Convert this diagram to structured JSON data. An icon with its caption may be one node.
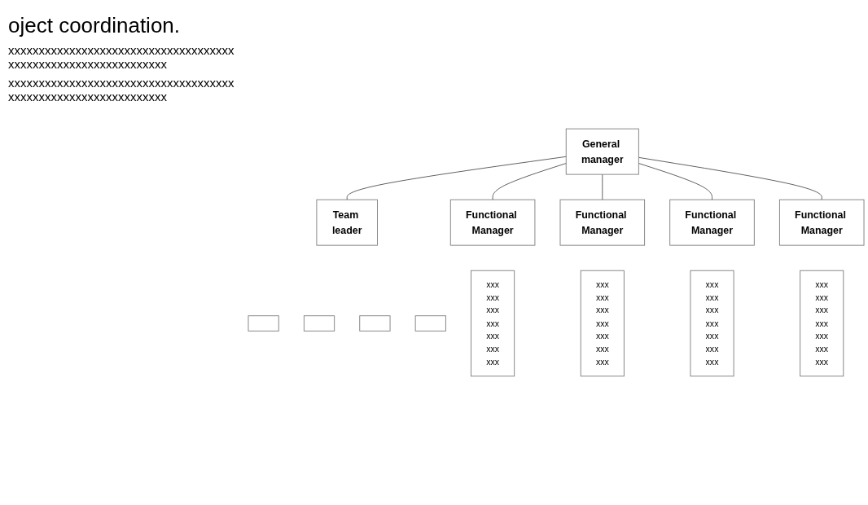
{
  "diagram": {
    "nodes": [
      {
        "text": [
          "General manager"
        ]
      },
      {
        "text": [
          "Functional Manager"
        ]
      },
      {
        "text": [
          "Functional Manager"
        ]
      },
      {
        "text": [
          "Functional Manager"
        ]
      },
      {
        "text": [
          "Functional Manager"
        ]
      },
      {
        "text": [
          "xxx xxx xxx xxx xxx xxx xxx"
        ]
      },
      {
        "text": [
          "xxx xxx xxx xxx xxx xxx xxx"
        ]
      },
      {
        "text": [
          "xxx xxx xxx xxx xxx xxx xxx"
        ]
      },
      {
        "text": [
          "xxx xxx xxx xxx xxx xxx xxx"
        ]
      },
      {
        "text": [
          "Team leader"
        ]
      },
      {
        "text": [],
        "shape": "box"
      },
      {
        "text": [],
        "shape": "box"
      },
      {
        "text": [],
        "shape": "box"
      },
      {
        "text": [],
        "shape": "box"
      }
    ],
    "edges": [
      {
        "from": 0,
        "to": 9,
        "arrow": "none"
      },
      {
        "from": 0,
        "to": 1,
        "arrow": "none"
      },
      {
        "from": 0,
        "to": 2,
        "arrow": "none"
      },
      {
        "from": 0,
        "to": 3,
        "arrow": "none"
      },
      {
        "from": 0,
        "to": 4,
        "arrow": "none"
      }
    ],
    "labels": [
      "oject coordination.",
      "xxxxxxxxxxxxxxxxxxxxxxxxxxxxxxxxxxxxxxxxxxxxxxxxxxxxxxxxxxxxxxx",
      "xxxxxxxxxxxxxxxxxxxxxxxxxxxxxxxxxxxxxxxxxxxxxxxxxxxxxxxxxxxxxxx"
    ]
  }
}
